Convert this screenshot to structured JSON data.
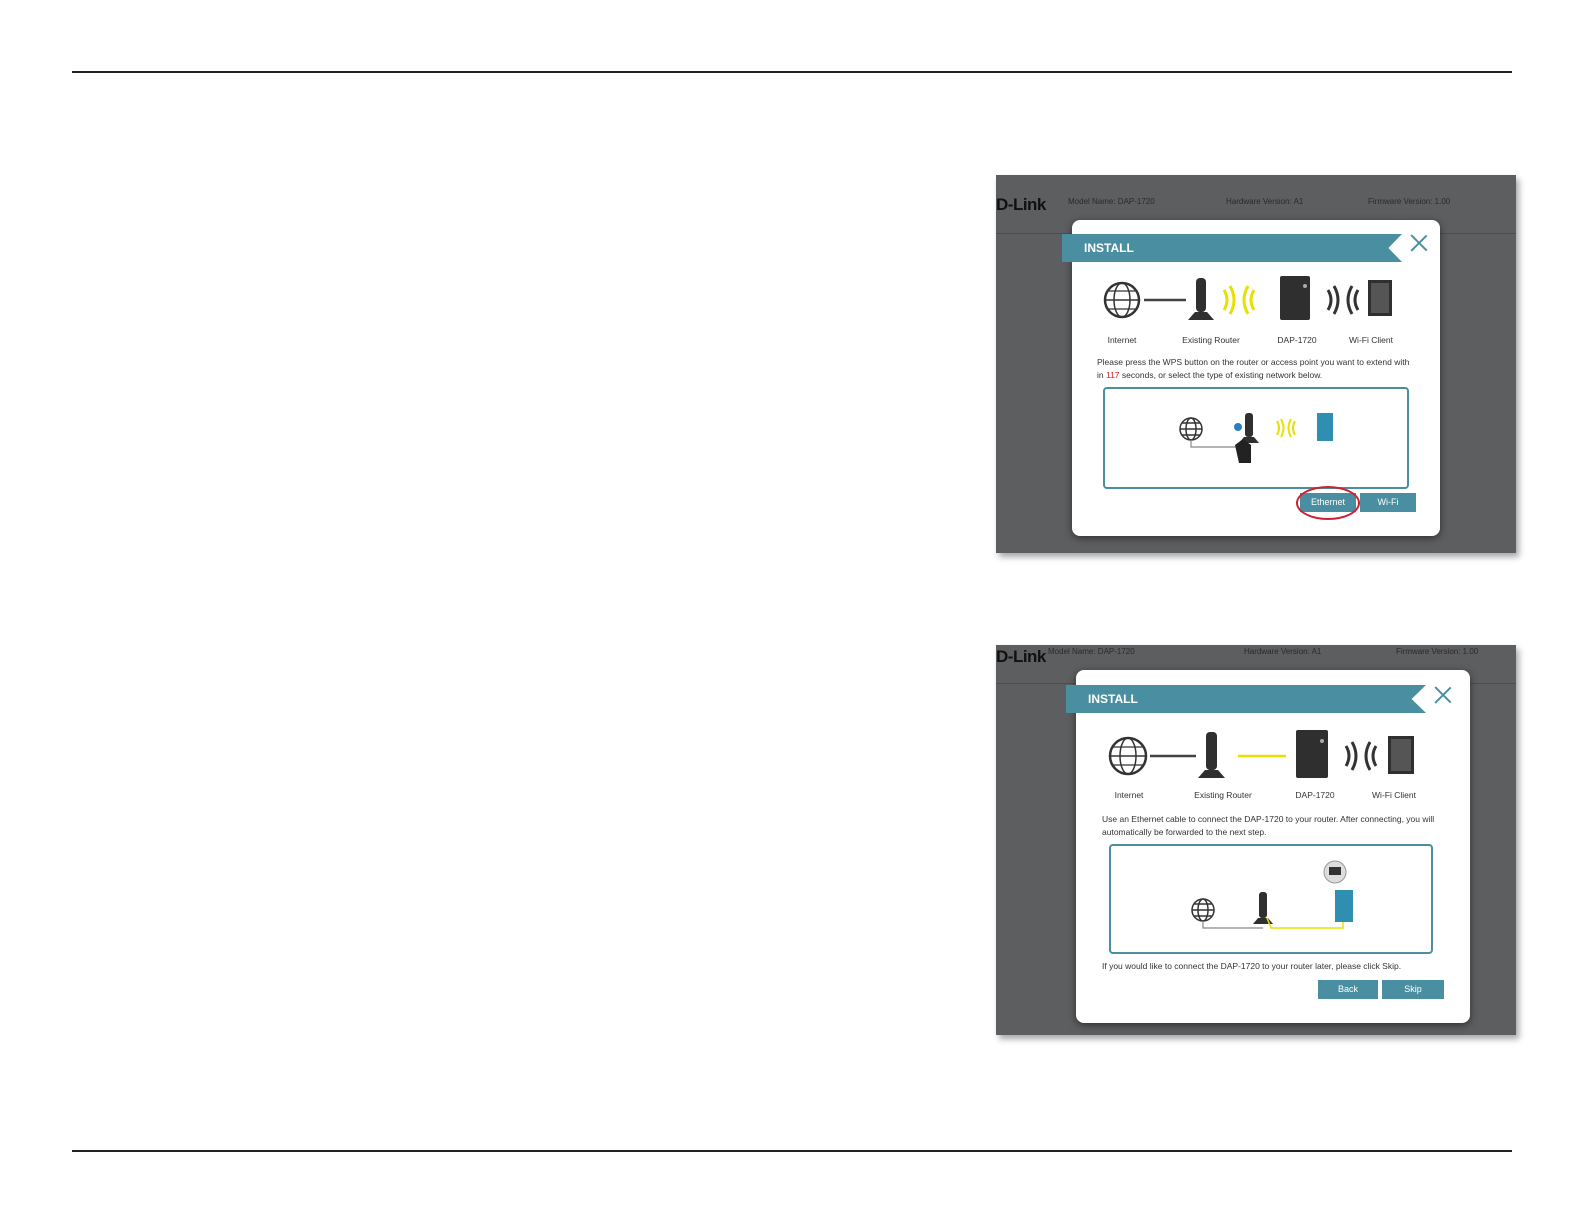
{
  "header_rule": true,
  "screens": [
    {
      "logo": "D-Link",
      "model": "Model Name: DAP-1720",
      "hardware": "Hardware Version: A1",
      "firmware": "Firmware Version: 1.00",
      "banner": "INSTALL",
      "labels": {
        "internet": "Internet",
        "router": "Existing Router",
        "dap": "DAP-1720",
        "client": "Wi-Fi Client"
      },
      "message_part1": "Please press the WPS button on the router or access point you want to extend with in ",
      "countdown": "117",
      "message_part2": " seconds, or select the type of existing network below.",
      "buttons": {
        "ethernet": "Ethernet",
        "wifi": "Wi-Fi"
      }
    },
    {
      "logo": "D-Link",
      "model": "Model Name: DAP-1720",
      "hardware": "Hardware Version: A1",
      "firmware": "Firmware Version: 1.00",
      "banner": "INSTALL",
      "labels": {
        "internet": "Internet",
        "router": "Existing Router",
        "dap": "DAP-1720",
        "client": "Wi-Fi Client"
      },
      "message": "Use an Ethernet cable to connect the DAP-1720 to your router. After connecting, you will automatically be forwarded to the next step.",
      "skip_note": "If you would like to connect the DAP-1720 to your router later, please click Skip.",
      "buttons": {
        "back": "Back",
        "skip": "Skip"
      }
    }
  ],
  "colors": {
    "accent": "#4a8fa1",
    "highlight": "#d02030",
    "wave": "#e8e000"
  }
}
